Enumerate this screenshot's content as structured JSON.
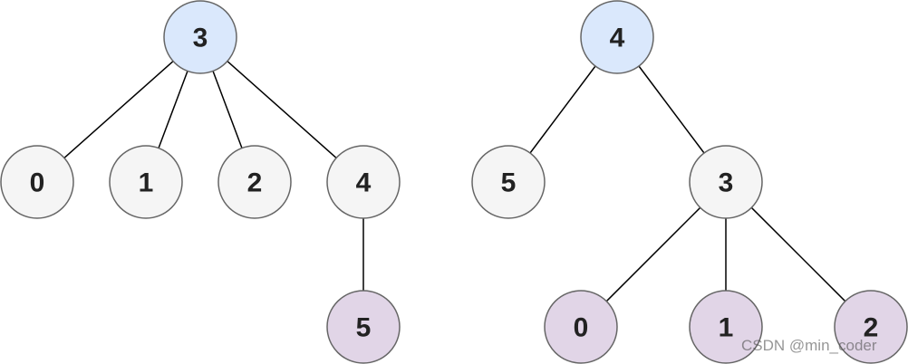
{
  "colors": {
    "root_fill": "#dae8fc",
    "root_stroke": "#6c8ebf",
    "default_fill": "#f5f5f5",
    "default_stroke": "#666666",
    "leaf_fill": "#e1d5e7",
    "leaf_stroke": "#9673a6"
  },
  "trees": [
    {
      "nodes": [
        {
          "id": "a3",
          "label": "3",
          "style": "root"
        },
        {
          "id": "a0",
          "label": "0",
          "style": "default"
        },
        {
          "id": "a1",
          "label": "1",
          "style": "default"
        },
        {
          "id": "a2",
          "label": "2",
          "style": "default"
        },
        {
          "id": "a4",
          "label": "4",
          "style": "default"
        },
        {
          "id": "a5",
          "label": "5",
          "style": "leaf"
        }
      ],
      "edges": [
        [
          "a3",
          "a0"
        ],
        [
          "a3",
          "a1"
        ],
        [
          "a3",
          "a2"
        ],
        [
          "a3",
          "a4"
        ],
        [
          "a4",
          "a5"
        ]
      ]
    },
    {
      "nodes": [
        {
          "id": "b4",
          "label": "4",
          "style": "root"
        },
        {
          "id": "b5",
          "label": "5",
          "style": "default"
        },
        {
          "id": "b3",
          "label": "3",
          "style": "default"
        },
        {
          "id": "b0",
          "label": "0",
          "style": "leaf"
        },
        {
          "id": "b1",
          "label": "1",
          "style": "leaf"
        },
        {
          "id": "b2",
          "label": "2",
          "style": "leaf"
        }
      ],
      "edges": [
        [
          "b4",
          "b5"
        ],
        [
          "b4",
          "b3"
        ],
        [
          "b3",
          "b0"
        ],
        [
          "b3",
          "b1"
        ],
        [
          "b3",
          "b2"
        ]
      ]
    }
  ],
  "watermark": "CSDN @min_coder"
}
